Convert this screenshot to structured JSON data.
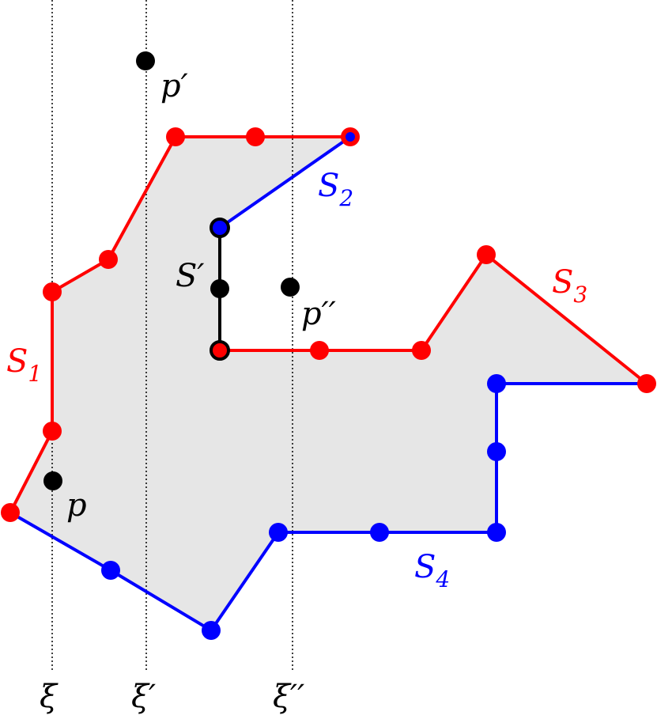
{
  "colors": {
    "red": "#ff0000",
    "blue": "#0000ff",
    "black": "#000000",
    "region_fill": "#e6e6e6",
    "guide_line": "#000000"
  },
  "labels": {
    "s1_main": "S",
    "s1_sub": "1",
    "s2_main": "S",
    "s2_sub": "2",
    "s3_main": "S",
    "s3_sub": "3",
    "s4_main": "S",
    "s4_sub": "4",
    "s_prime": "S′",
    "p": "p",
    "p_prime": "p′",
    "p_double_prime": "p′′",
    "xi": "ξ",
    "xi_prime": "ξ′",
    "xi_double_prime": "ξ′′"
  }
}
